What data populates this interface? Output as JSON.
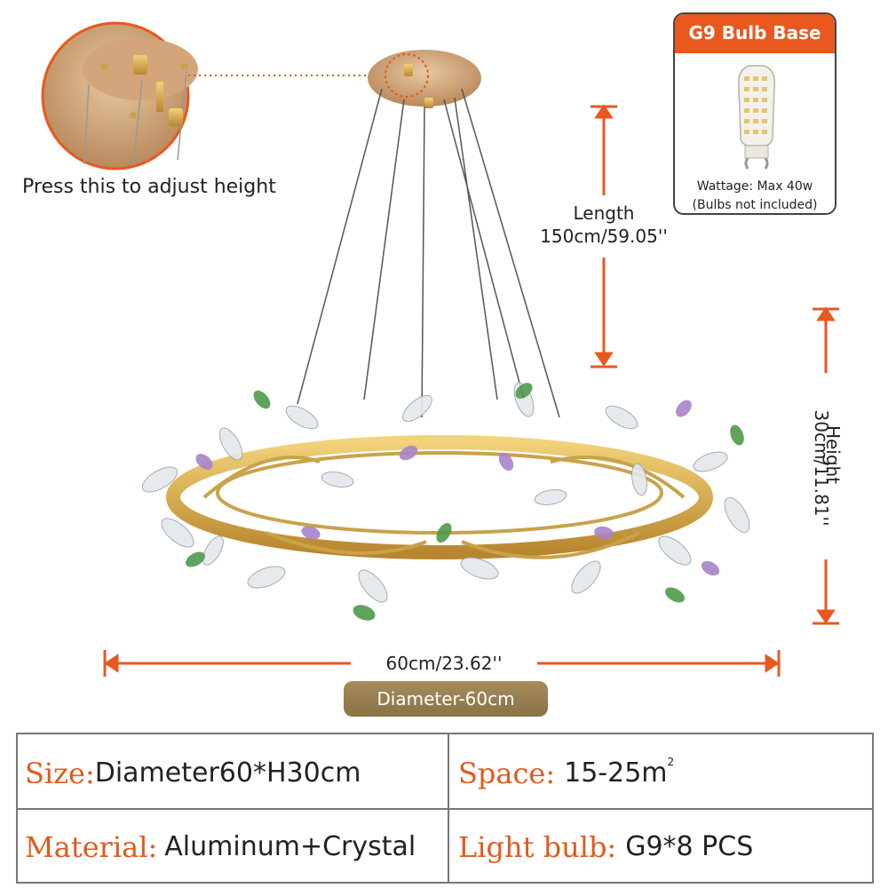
{
  "callout": {
    "text": "Press this to adjust height"
  },
  "bulb": {
    "title": "G9 Bulb Base",
    "wattage": "Wattage: Max 40w",
    "note": "(Bulbs not included)"
  },
  "dimensions": {
    "length_label": "Length",
    "length_value": "150cm/59.05''",
    "height_label": "Height",
    "height_value": "30cm/11.81''",
    "width_value": "60cm/23.62''",
    "diameter_badge": "Diameter-60cm"
  },
  "specs": {
    "size_key": "Size:",
    "size_value": "Diameter60*H30cm",
    "space_key": "Space:",
    "space_value": "15-25m",
    "space_sup": "2",
    "material_key": "Material:",
    "material_value": "Aluminum+Crystal",
    "bulb_key": "Light bulb:",
    "bulb_value": "G9*8 PCS"
  },
  "colors": {
    "accent": "#e8581f",
    "gold": "#c9a24a",
    "badge": "#9a8050"
  }
}
